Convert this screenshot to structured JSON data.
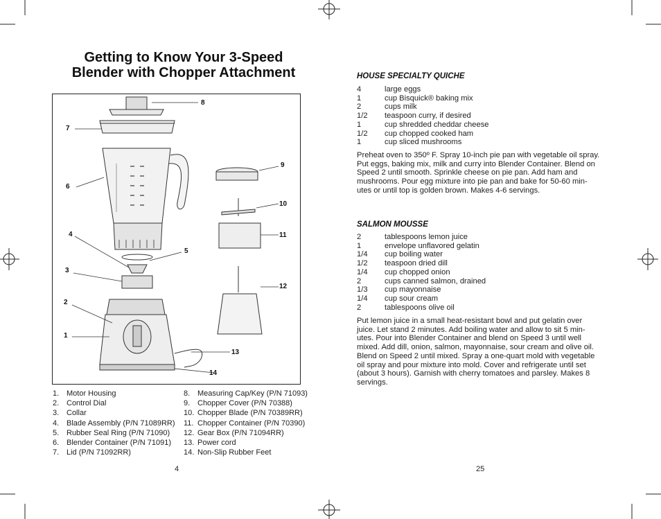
{
  "left_page": {
    "title_lines": [
      "Getting to Know Your 3-Speed",
      "Blender with Chopper Attachment"
    ],
    "callouts": [
      "1",
      "2",
      "3",
      "4",
      "5",
      "6",
      "7",
      "8",
      "9",
      "10",
      "11",
      "12",
      "13",
      "14"
    ],
    "parts_col1": [
      {
        "num": "1.",
        "label": "Motor Housing"
      },
      {
        "num": "2.",
        "label": "Control Dial"
      },
      {
        "num": "3.",
        "label": "Collar"
      },
      {
        "num": "4.",
        "label": "Blade Assembly (P/N 71089RR)"
      },
      {
        "num": "5.",
        "label": "Rubber Seal Ring (P/N 71090)"
      },
      {
        "num": "6.",
        "label": "Blender Container (P/N 71091)"
      },
      {
        "num": "7.",
        "label": "Lid (P/N 71092RR)"
      }
    ],
    "parts_col2": [
      {
        "num": "8.",
        "label": "Measuring Cap/Key (P/N 71093)"
      },
      {
        "num": "9.",
        "label": "Chopper Cover (P/N 70388)"
      },
      {
        "num": "10.",
        "label": "Chopper Blade (P/N 70389RR)"
      },
      {
        "num": "11.",
        "label": "Chopper Container (P/N 70390)"
      },
      {
        "num": "12.",
        "label": "Gear Box (P/N 71094RR)"
      },
      {
        "num": "13.",
        "label": "Power cord"
      },
      {
        "num": "14.",
        "label": "Non-Slip Rubber Feet"
      }
    ],
    "page_number": "4"
  },
  "right_page": {
    "quiche": {
      "title": "HOUSE SPECIALTY QUICHE",
      "ingredients": [
        {
          "qty": "4",
          "item": "large eggs"
        },
        {
          "qty": "1",
          "item": "cup Bisquick® baking mix"
        },
        {
          "qty": "2",
          "item": "cups milk"
        },
        {
          "qty": "1/2",
          "item": "teaspoon curry, if desired"
        },
        {
          "qty": "1",
          "item": "cup shredded cheddar cheese"
        },
        {
          "qty": "1/2",
          "item": "cup chopped cooked ham"
        },
        {
          "qty": "1",
          "item": "cup sliced mushrooms"
        }
      ],
      "instructions": [
        "Preheat oven to 350º F. Spray 10-inch pie pan with vegetable oil spray.",
        "Put eggs, baking mix, milk and curry into Blender Container. Blend on",
        "Speed 2 until smooth. Sprinkle cheese on pie pan. Add ham and",
        "mushrooms. Pour egg mixture into pie pan and bake for 50-60 min-",
        "utes or until top is golden brown. Makes 4-6 servings."
      ]
    },
    "mousse": {
      "title": "SALMON MOUSSE",
      "ingredients": [
        {
          "qty": "2",
          "item": "tablespoons lemon juice"
        },
        {
          "qty": "1",
          "item": "envelope unflavored gelatin"
        },
        {
          "qty": "1/4",
          "item": "cup boiling water"
        },
        {
          "qty": "1/2",
          "item": "teaspoon dried dill"
        },
        {
          "qty": "1/4",
          "item": "cup chopped onion"
        },
        {
          "qty": "2",
          "item": "cups canned salmon, drained"
        },
        {
          "qty": "1/3",
          "item": "cup mayonnaise"
        },
        {
          "qty": "1/4",
          "item": "cup sour cream"
        },
        {
          "qty": "2",
          "item": "tablespoons olive oil"
        }
      ],
      "instructions": [
        "Put lemon juice in a small heat-resistant bowl and put gelatin over",
        "juice. Let stand 2 minutes. Add boiling water and allow to sit 5 min-",
        "utes. Pour into Blender Container and blend on Speed 3 until well",
        "mixed. Add dill, onion, salmon, mayonnaise, sour cream and olive oil.",
        "Blend on Speed 2 until mixed. Spray a one-quart mold with vegetable",
        "oil spray and pour mixture into mold. Cover and refrigerate until set",
        "(about 3 hours). Garnish with cherry tomatoes and parsley. Makes 8",
        "servings."
      ]
    },
    "page_number": "25"
  }
}
